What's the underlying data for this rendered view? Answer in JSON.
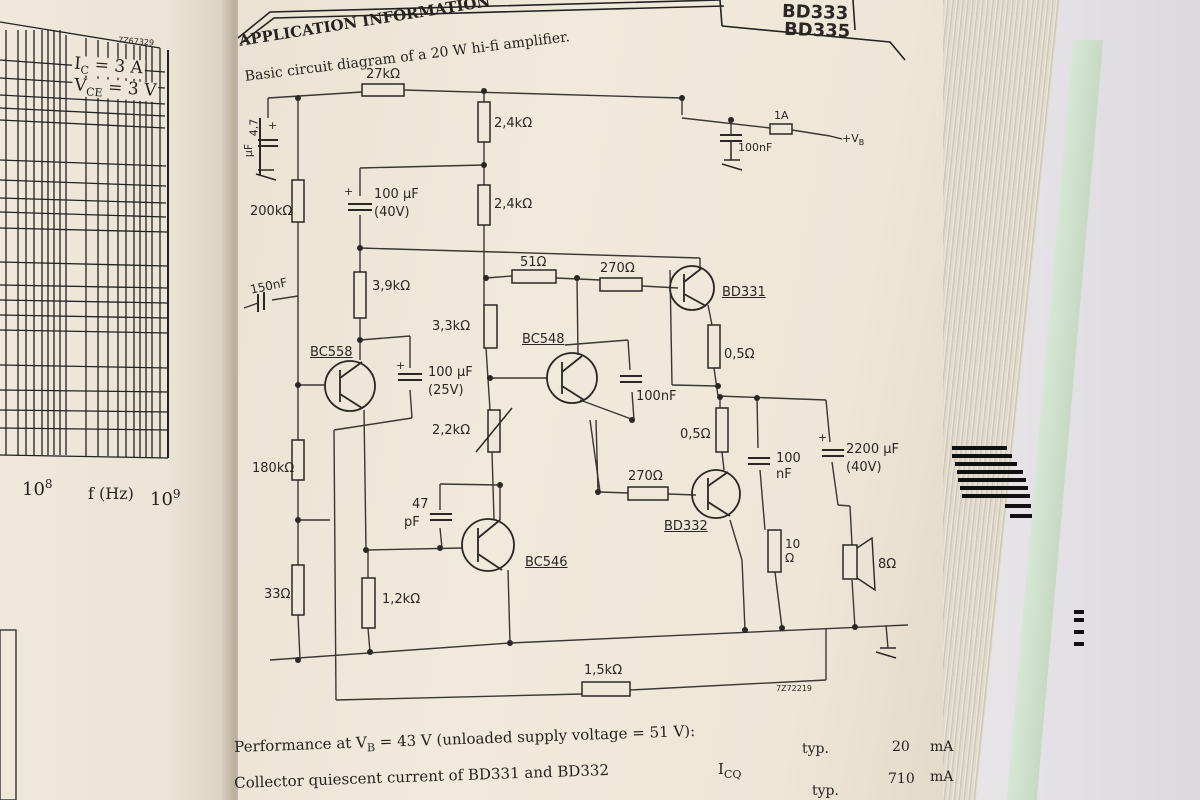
{
  "left_page": {
    "figure_code": "7Z67329",
    "ic_label": "I",
    "ic_sub": "C",
    "ic_value": " = 3 A",
    "vce_label": "V",
    "vce_sub": "CE",
    "vce_value": " = 3 V",
    "tick_1e8": "10",
    "tick_1e8_exp": "8",
    "axis_label": "f (Hz)",
    "tick_1e9": "10",
    "tick_1e9_exp": "9"
  },
  "header": {
    "part_1": "BD333",
    "part_2": "BD335"
  },
  "section": {
    "title": "APPLICATION INFORMATION",
    "caption": "Basic circuit diagram of a 20 W hi-fi amplifier."
  },
  "components": {
    "r_27k": "27kΩ",
    "c_4u7_a": "4,7",
    "c_4u7_b": "µF",
    "r_2k4_top": "2,4kΩ",
    "r_2k4_mid": "2,4kΩ",
    "fuse": "1A",
    "c_100n_supply": "100nF",
    "vb": "+V",
    "vb_sub": "B",
    "c_100u_40v_a": "100 µF",
    "c_100u_40v_b": "(40V)",
    "r_200k": "200kΩ",
    "r_51": "51Ω",
    "r_270_top": "270Ω",
    "q_bd331": "BD331",
    "c_150n": "150nF",
    "r_3k9": "3,9kΩ",
    "r_3k3": "3,3kΩ",
    "q_bc548": "BC548",
    "r_0r5_top": "0,5Ω",
    "q_bc558": "BC558",
    "c_100u_25v_a": "100 µF",
    "c_100u_25v_b": "(25V)",
    "c_100n_bc548": "100nF",
    "r_2k2_var": "2,2kΩ",
    "r_0r5_bot": "0,5Ω",
    "c_100n_out_a": "100",
    "c_100n_out_b": "nF",
    "c_2200u_a": "2200 µF",
    "c_2200u_b": "(40V)",
    "r_180k": "180kΩ",
    "r_270_bot": "270Ω",
    "q_bd332": "BD332",
    "c_47p_a": "47",
    "c_47p_b": "pF",
    "q_bc546": "BC546",
    "r_10_a": "10",
    "r_10_b": "Ω",
    "speaker": "8Ω",
    "r_33": "33Ω",
    "r_1k2": "1,2kΩ",
    "r_1k5": "1,5kΩ",
    "figure_code": "7Z72219"
  },
  "performance": {
    "line1_prefix": "Performance at V",
    "line1_sub": "B",
    "line1_rest": " = 43 V (unloaded supply voltage = 51 V):",
    "line2_text": "Collector quiescent current of BD331 and BD332",
    "line2_symbol": "I",
    "line2_symbol_sub": "CQ",
    "line2_typ": "typ.",
    "line2_value": "20",
    "line2_unit": "mA",
    "line3_typ": "typ.",
    "line3_value": "710",
    "line3_unit": "mA"
  }
}
